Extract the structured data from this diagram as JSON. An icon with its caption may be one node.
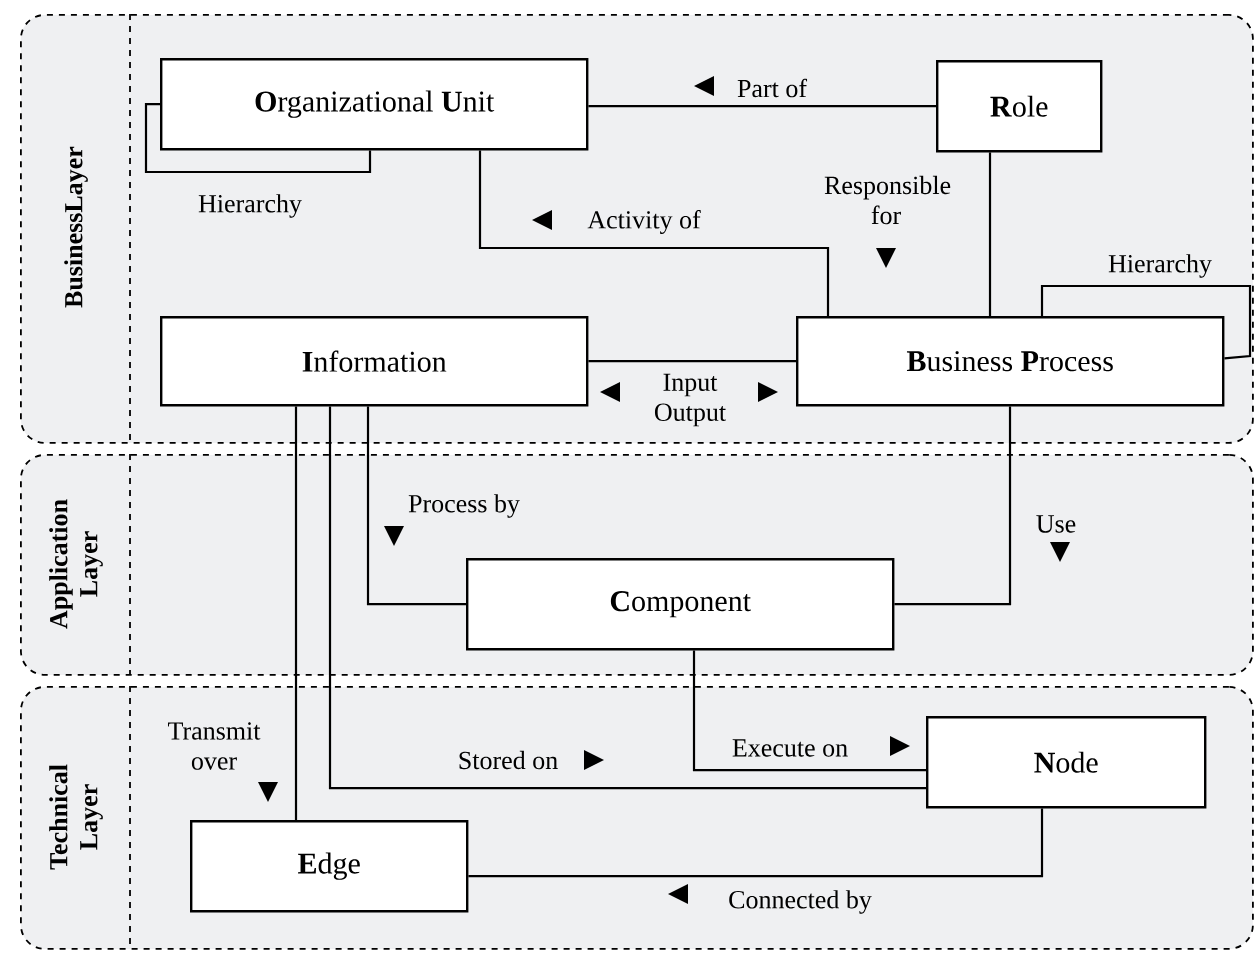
{
  "diagram": {
    "nodes": [
      {
        "text": [
          "BusinessLayer"
        ]
      },
      {
        "text": [
          "**O**rganizational **U**nit"
        ],
        "in": 0
      },
      {
        "text": [
          "**R**ole"
        ],
        "in": 0
      },
      {
        "text": [
          "**I**nformation"
        ],
        "in": 0
      },
      {
        "text": [
          "**B**usiness **P**rocess"
        ],
        "in": 0
      },
      {
        "text": [
          "Application Layer"
        ]
      },
      {
        "text": [
          "**C**omponent"
        ],
        "in": 5
      },
      {
        "text": [
          "Technical Layer"
        ]
      },
      {
        "text": [
          "**N**ode"
        ],
        "in": 7
      },
      {
        "text": [
          "**E**dge"
        ],
        "in": 7
      }
    ],
    "edges": [
      {
        "from": 1,
        "to": 1,
        "arrow": "none",
        "label": "Hierarchy"
      },
      {
        "from": 2,
        "to": 1,
        "arrow": "none",
        "label": "Part of"
      },
      {
        "from": 4,
        "to": 1,
        "arrow": "none",
        "label": "Activity of"
      },
      {
        "from": 2,
        "to": 4,
        "arrow": "none",
        "label": "Responsible for"
      },
      {
        "from": 4,
        "to": 4,
        "arrow": "none",
        "label": "Hierarchy"
      },
      {
        "from": 3,
        "to": 4,
        "arrow": "none",
        "label": "Input Output"
      },
      {
        "from": 3,
        "to": 6,
        "arrow": "none",
        "label": "Process by"
      },
      {
        "from": 4,
        "to": 6,
        "arrow": "none",
        "label": "Use"
      },
      {
        "from": 3,
        "to": 8,
        "arrow": "none",
        "label": "Stored on"
      },
      {
        "from": 6,
        "to": 8,
        "arrow": "none",
        "label": "Execute on"
      },
      {
        "from": 3,
        "to": 9,
        "arrow": "none",
        "label": "Transmit over"
      },
      {
        "from": 8,
        "to": 9,
        "arrow": "none",
        "label": "Connected by"
      }
    ]
  }
}
